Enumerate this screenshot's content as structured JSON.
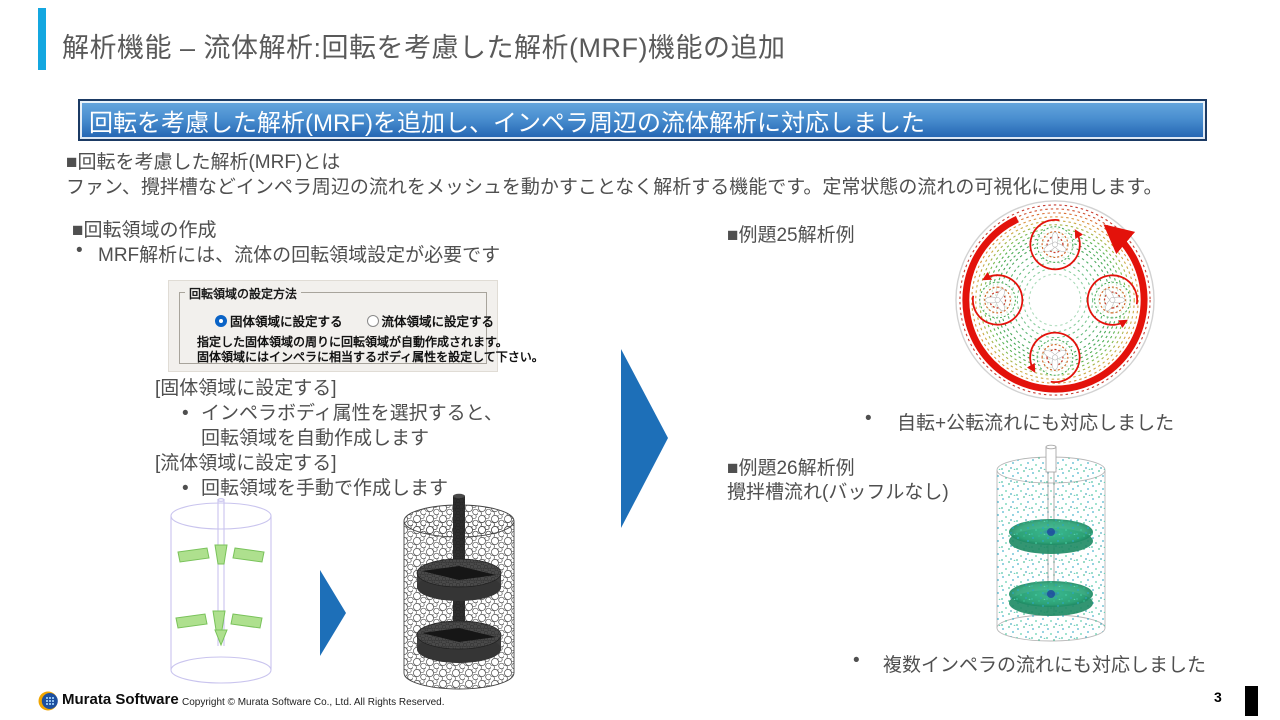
{
  "bullet_char": "•",
  "slide": {
    "title": "解析機能 – 流体解析:回転を考慮した解析(MRF)機能の追加",
    "page_number": "3"
  },
  "banner": {
    "text": "回転を考慮した解析(MRF)を追加し、インペラ周辺の流体解析に対応しました"
  },
  "intro": {
    "heading": "■回転を考慮した解析(MRF)とは",
    "body": "ファン、攪拌槽などインペラ周辺の流れをメッシュを動かすことなく解析する機能です。定常状態の流れの可視化に使用します。"
  },
  "rotation": {
    "heading": "■回転領域の作成",
    "bullet": "MRF解析には、流体の回転領域設定が必要です"
  },
  "dialog": {
    "title": "回転領域の設定方法",
    "radio_solid": "固体領域に設定する",
    "radio_fluid": "流体領域に設定する",
    "note1": "指定した固体領域の周りに回転領域が自動作成されます。",
    "note2": "固体領域にはインペラに相当するボディ属性を設定して下さい。"
  },
  "solid": {
    "header": "[固体領域に設定する]",
    "line1": "インペラボディ属性を選択すると、",
    "line2": "回転領域を自動作成します"
  },
  "fluid": {
    "header": "[流体領域に設定する]",
    "line1": "回転領域を手動で作成します"
  },
  "examples": {
    "ex25_heading": "■例題25解析例",
    "ex25_bullet": "自転+公転流れにも対応しました",
    "ex26_heading": "■例題26解析例",
    "ex26_sub": "攪拌槽流れ(バッフルなし)",
    "ex26_bullet": "複数インペラの流れにも対応しました"
  },
  "footer": {
    "brand": "Murata Software",
    "copyright": "Copyright © Murata Software Co., Ltd. All Rights Reserved."
  },
  "colors": {
    "accent_cyan": "#14a7e0",
    "banner_blue_top": "#66a7de",
    "banner_blue_bottom": "#2263b1",
    "banner_border": "#1b3a64",
    "arrow_blue": "#1d6fb8",
    "flow_arrow_red": "#e3120b",
    "impeller_green": "#aee08e",
    "tank_teal": "#2fae7e",
    "body_text_gray": "#4f4f4f"
  }
}
